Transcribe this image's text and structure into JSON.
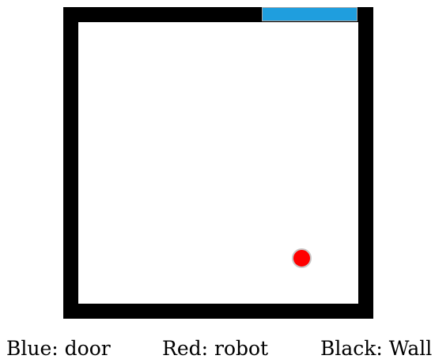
{
  "colors": {
    "wall": "#000000",
    "door": "#1f9ede",
    "robot": "#ff0000",
    "robot_outline": "#c8c8c8",
    "background": "#ffffff"
  },
  "legend": {
    "blue": "Blue: door",
    "red": "Red: robot",
    "black": "Black: Wall"
  }
}
